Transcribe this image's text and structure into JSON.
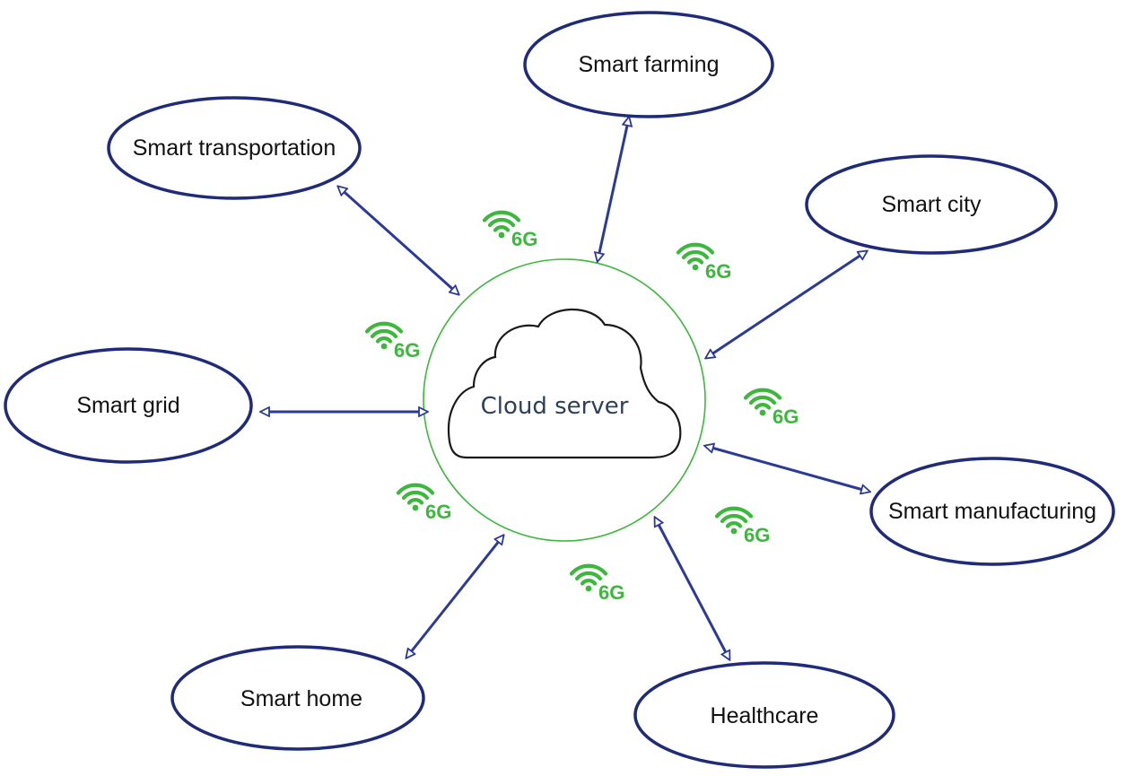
{
  "center": {
    "label": "Cloud server"
  },
  "signal_label": "6G",
  "colors": {
    "node_stroke": "#1f2a7a",
    "arrow": "#2b3a9a",
    "signal": "#3cb83c",
    "ring": "#3cb83c"
  },
  "nodes": [
    {
      "id": "smart-farming",
      "label": "Smart farming"
    },
    {
      "id": "smart-transportation",
      "label": "Smart transportation"
    },
    {
      "id": "smart-city",
      "label": "Smart city"
    },
    {
      "id": "smart-grid",
      "label": "Smart grid"
    },
    {
      "id": "smart-manufacturing",
      "label": "Smart manufacturing"
    },
    {
      "id": "smart-home",
      "label": "Smart home"
    },
    {
      "id": "healthcare",
      "label": "Healthcare"
    }
  ]
}
